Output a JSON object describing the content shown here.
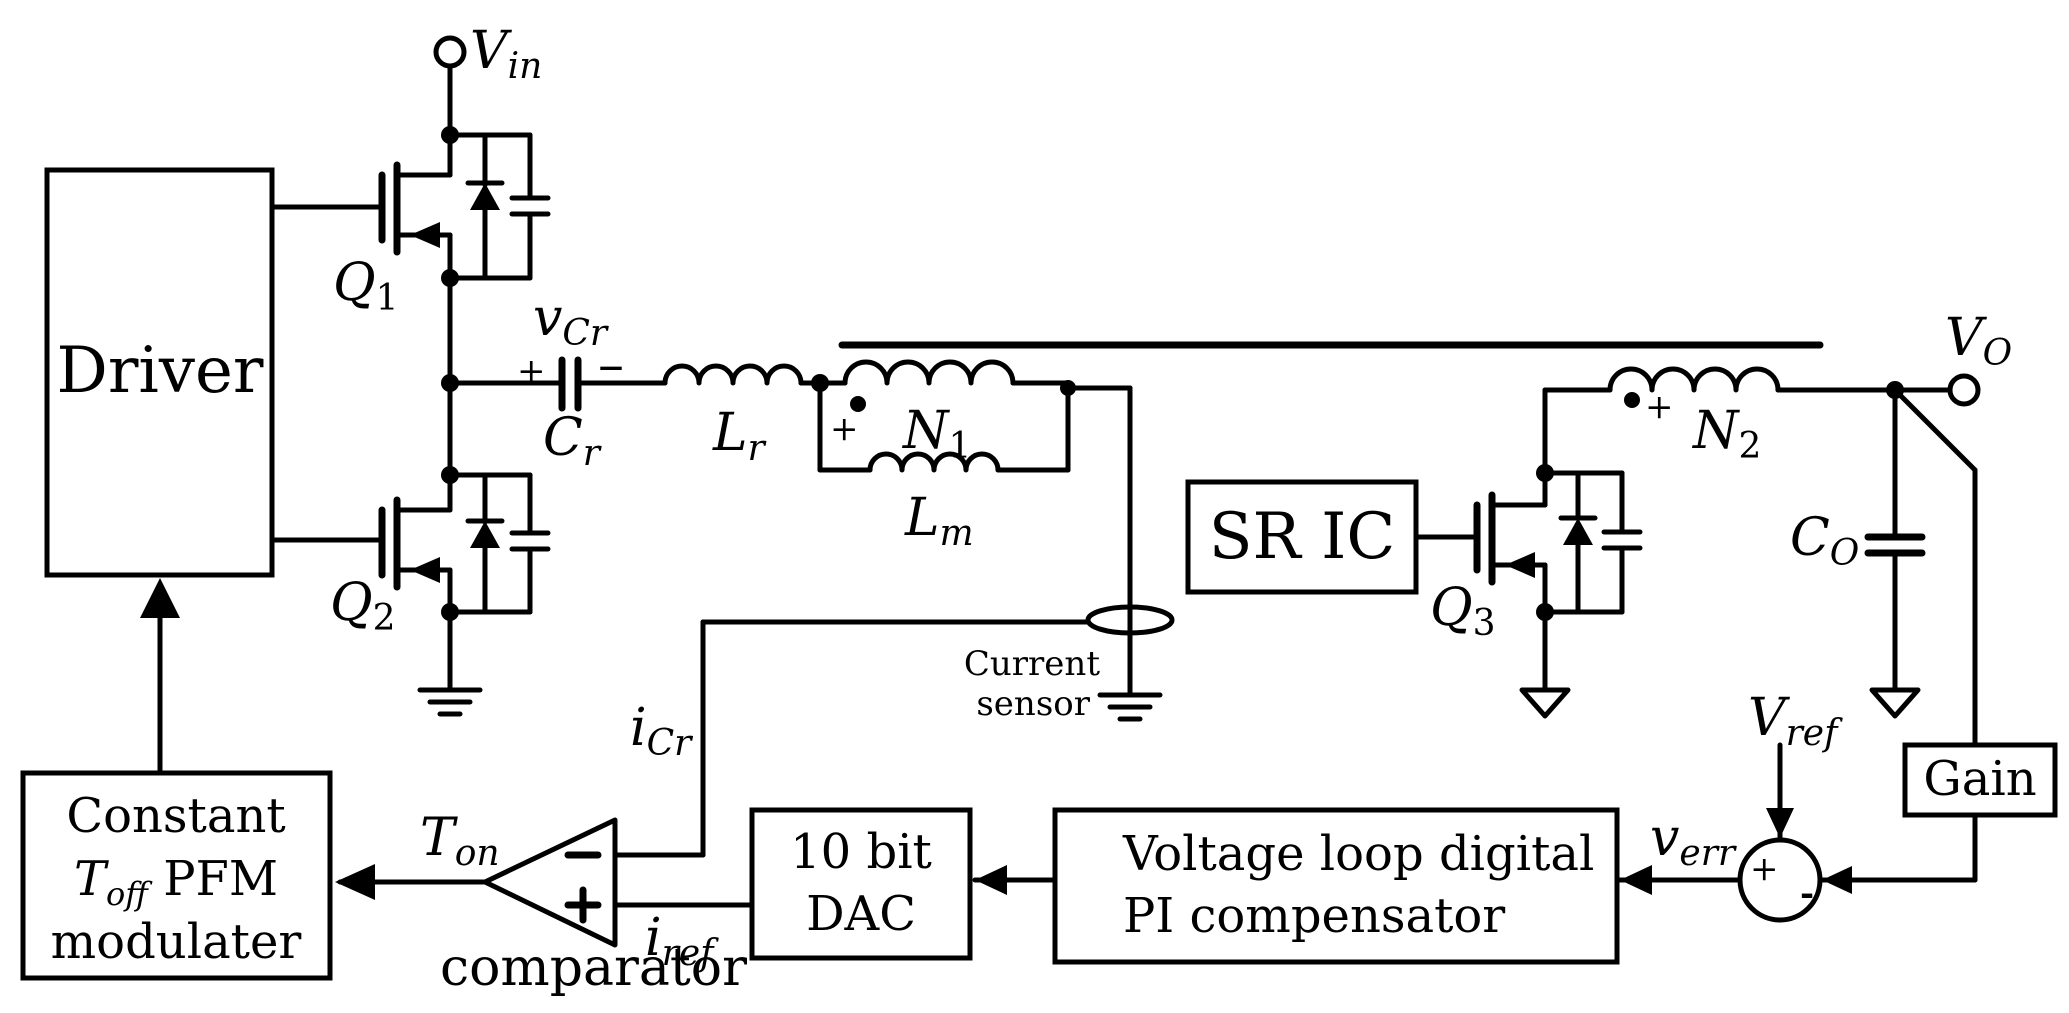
{
  "labels": {
    "vin": "Vin",
    "vin_main": "V",
    "vin_sub": "in",
    "q1_main": "Q",
    "q1_sub": "1",
    "q2_main": "Q",
    "q2_sub": "2",
    "q3_main": "Q",
    "q3_sub": "3",
    "vcr_main": "v",
    "vcr_sub": "Cr",
    "cr_main": "C",
    "cr_sub": "r",
    "plus": "+",
    "minus": "–",
    "lr_main": "L",
    "lr_sub": "r",
    "lm_main": "L",
    "lm_sub": "m",
    "n1_main": "N",
    "n1_sub": "1",
    "n2_main": "N",
    "n2_sub": "2",
    "vo_main": "V",
    "vo_sub": "O",
    "co_main": "C",
    "co_sub": "O",
    "vref_main": "V",
    "vref_sub": "ref",
    "verr_main": "v",
    "verr_sub": "err",
    "icr_main": "i",
    "icr_sub": "Cr",
    "iref_main": "i",
    "iref_sub": "ref",
    "ton_main": "T",
    "ton_sub": "on",
    "current_sensor_line1": "Current",
    "current_sensor_line2": "sensor",
    "comparator": "comparator",
    "sum_plus": "+",
    "sum_minus": "-"
  },
  "blocks": {
    "driver": "Driver",
    "sr_ic": "SR IC",
    "gain": "Gain",
    "dac_line1": "10 bit",
    "dac_line2": "DAC",
    "pi_line1": "Voltage loop digital",
    "pi_line2": "PI compensator",
    "pfm_line1": "Constant",
    "pfm_line2_t": "T",
    "pfm_line2_sub": "off",
    "pfm_line2_rest": " PFM",
    "pfm_line3": "modulater"
  }
}
